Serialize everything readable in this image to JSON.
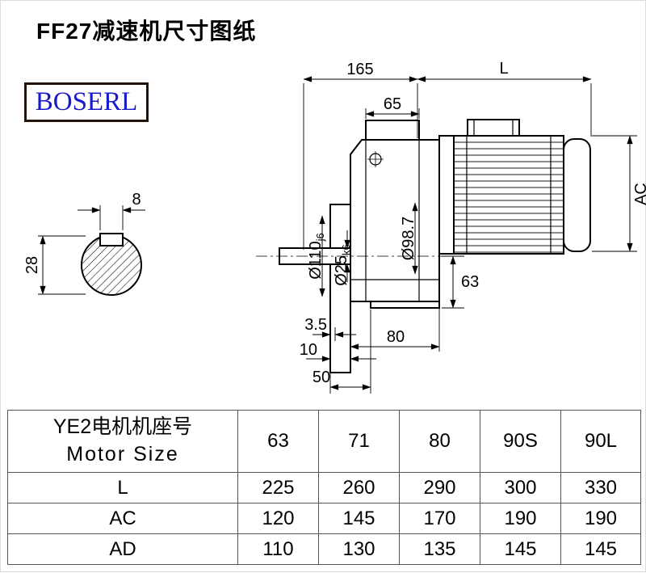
{
  "page": {
    "title": "FF27减速机尺寸图纸"
  },
  "logo": {
    "text": "BOSERL"
  },
  "drawing": {
    "labels": {
      "dim_165": "165",
      "dim_L": "L",
      "dim_65": "65",
      "dim_AC": "AC",
      "dim_98_7": "Ø98.7",
      "dim_110": "Ø110",
      "dim_110_tol": "j6",
      "dim_25": "Ø25",
      "dim_25_tol": "k6",
      "dim_63": "63",
      "dim_3_5": "3.5",
      "dim_10": "10",
      "dim_50": "50",
      "dim_80": "80",
      "key_width": "8",
      "key_height": "28"
    }
  },
  "table": {
    "header": {
      "line1": "YE2电机机座号",
      "line2": "Motor Size"
    },
    "motor_sizes": [
      "63",
      "71",
      "80",
      "90S",
      "90L"
    ],
    "rows": [
      {
        "label": "L",
        "values": [
          "225",
          "260",
          "290",
          "300",
          "330"
        ]
      },
      {
        "label": "AC",
        "values": [
          "120",
          "145",
          "170",
          "190",
          "190"
        ]
      },
      {
        "label": "AD",
        "values": [
          "110",
          "130",
          "135",
          "145",
          "145"
        ]
      }
    ]
  }
}
